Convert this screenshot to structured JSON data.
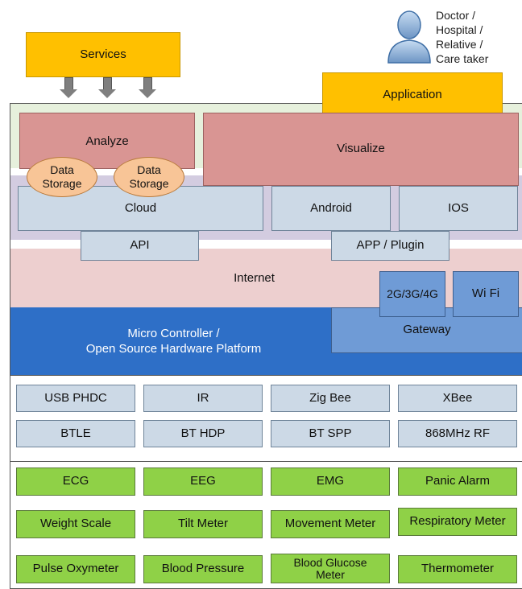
{
  "services": "Services",
  "user_label": [
    "Doctor /",
    "Hospital /",
    "Relative /",
    "Care taker"
  ],
  "application": "Application",
  "analyze": "Analyze",
  "visualize": "Visualize",
  "data_storage": [
    "Data\nStorage",
    "Data\nStorage"
  ],
  "cloud": "Cloud",
  "android": "Android",
  "ios": "IOS",
  "api": "API",
  "app_plugin": "APP / Plugin",
  "internet": "Internet",
  "network_2g": "2G/3G/4G",
  "wifi": "Wi Fi",
  "micro_controller": "Micro Controller /\nOpen Source Hardware Platform",
  "gateway": "Gateway",
  "protocols": [
    [
      "USB PHDC",
      "IR",
      "Zig Bee",
      "XBee"
    ],
    [
      "BTLE",
      "BT HDP",
      "BT SPP",
      "868MHz RF"
    ]
  ],
  "sensors": [
    [
      "ECG",
      "EEG",
      "EMG",
      "Panic Alarm"
    ],
    [
      "Weight Scale",
      "Tilt Meter",
      "Movement Meter",
      "Respiratory Meter"
    ],
    [
      "Pulse Oxymeter",
      "Blood Pressure",
      "Blood Glucose\nMeter",
      "Thermometer"
    ]
  ],
  "colors": {
    "blue_dark": "#2e6fc7",
    "blue_mid": "#6f9bd6",
    "pink": "#edcfcf",
    "rose": "#d99593",
    "lavender": "#d3cce0",
    "light_blue": "#ccd9e6",
    "green": "#8fd147",
    "orange": "#ffc000",
    "mint": "#e6f0dc"
  },
  "icons": [
    "person-icon",
    "arrow-down-icon"
  ]
}
